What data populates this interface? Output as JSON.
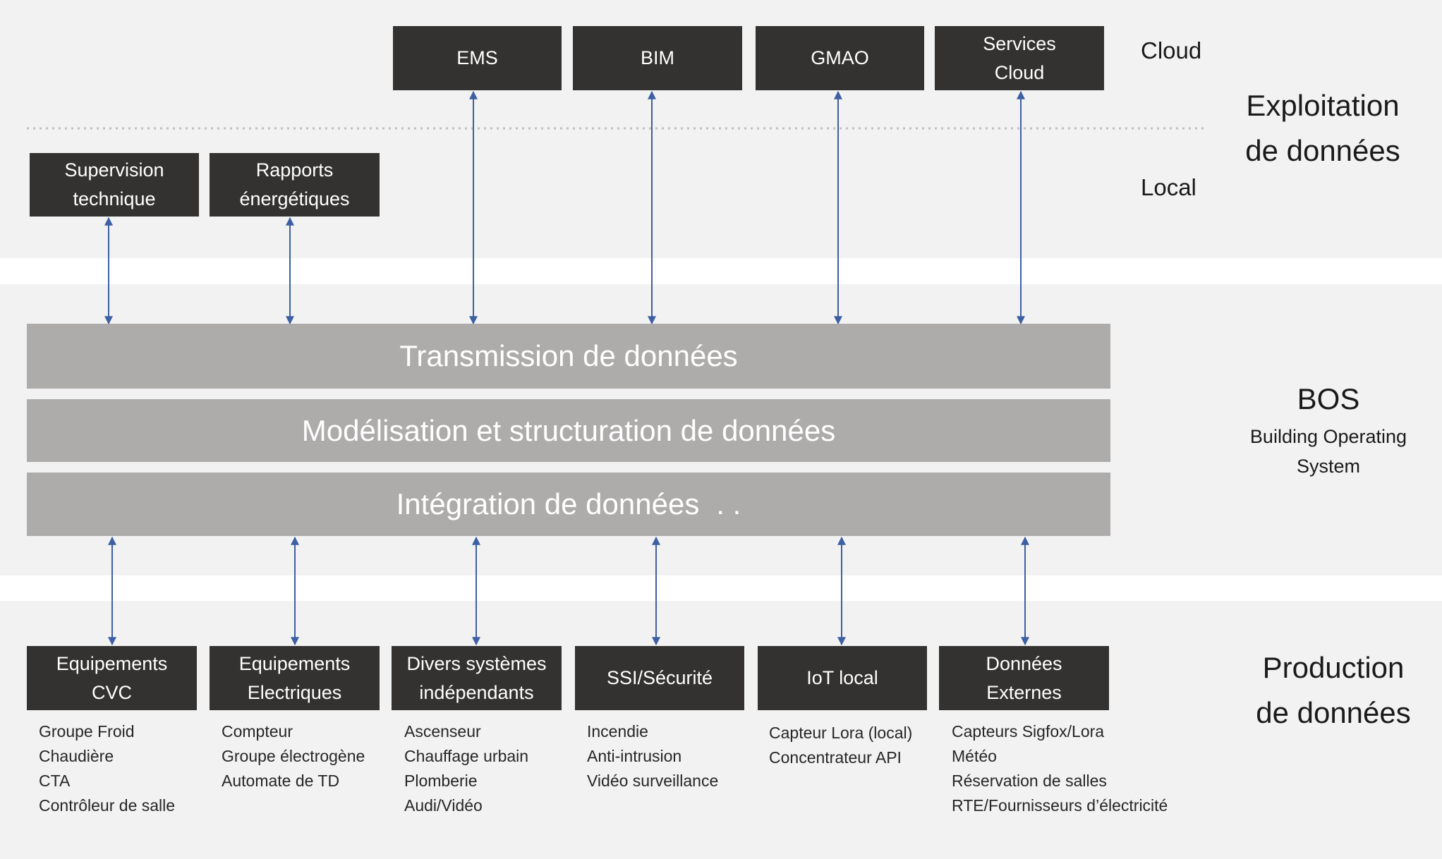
{
  "colors": {
    "box_fill": "#333231",
    "layer_fill": "#aeabab",
    "arrow": "#3d5fa3",
    "band_fill": "#f2f2f2",
    "divider": "#bfbfbf"
  },
  "exploitation": {
    "section_label": "Exploitation\nde données",
    "cloud_label": "Cloud",
    "local_label": "Local",
    "cloud_boxes": [
      "EMS",
      "BIM",
      "GMAO",
      "Services\nCloud"
    ],
    "local_boxes": [
      "Supervision\ntechnique",
      "Rapports\nénergétiques"
    ]
  },
  "bos": {
    "title": "BOS",
    "subtitle": "Building Operating\nSystem",
    "layers": [
      "Transmission de données",
      "Modélisation et structuration de données",
      "Intégration de données"
    ],
    "integration_ellipsis": ". ."
  },
  "production": {
    "section_label": "Production\nde données",
    "sources": [
      {
        "label": "Equipements\nCVC",
        "items": [
          "Groupe Froid",
          "Chaudière",
          "CTA",
          "Contrôleur de salle"
        ]
      },
      {
        "label": "Equipements\nElectriques",
        "items": [
          "Compteur",
          "Groupe électrogène",
          "Automate de TD"
        ]
      },
      {
        "label": "Divers systèmes\nindépendants",
        "items": [
          "Ascenseur",
          "Chauffage urbain",
          "Plomberie",
          "Audi/Vidéo"
        ]
      },
      {
        "label": "SSI/Sécurité",
        "items": [
          "Incendie",
          "Anti-intrusion",
          "Vidéo surveillance"
        ]
      },
      {
        "label": "IoT local",
        "items": [
          "Capteur Lora (local)",
          "Concentrateur API"
        ]
      },
      {
        "label": "Données\nExternes",
        "items": [
          "Capteurs Sigfox/Lora",
          "Météo",
          "Réservation de salles",
          "RTE/Fournisseurs d’électricité"
        ]
      }
    ]
  }
}
